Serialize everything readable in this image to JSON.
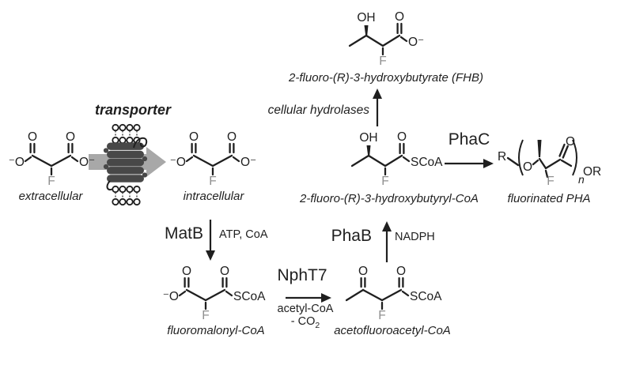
{
  "compounds": {
    "fhb": "2-fluoro-(R)-3-hydroxybutyrate (FHB)",
    "extracellular": "extracellular",
    "intracellular": "intracellular",
    "fluoromalonyl_coa": "fluoromalonyl-CoA",
    "acetofluoroacetyl_coa": "acetofluoroacetyl-CoA",
    "hydroxybutyryl_coa": "2-fluoro-(R)-3-hydroxybutyryl-CoA",
    "fluorinated_pha": "fluorinated PHA"
  },
  "process": {
    "transporter": "transporter",
    "hydrolases": "cellular hydrolases"
  },
  "enzymes": {
    "matb": "MatB",
    "npht7": "NphT7",
    "phab": "PhaB",
    "phac": "PhaC"
  },
  "cofactors": {
    "matb": "ATP, CoA",
    "npht7_acetyl": "acetyl-CoA",
    "npht7_co": "- CO",
    "npht7_co_sub": "2",
    "phab": "NADPH"
  },
  "atoms": {
    "o": "O",
    "oh": "OH",
    "o_minus": "O⁻",
    "minus_o": "⁻O",
    "f": "F",
    "scoa": "SCoA",
    "r": "R",
    "or": "OR",
    "n": "n"
  },
  "colors": {
    "ink": "#1f1f1f",
    "fluorine": "#8f8f8f",
    "membrane_arrow": "#a8a8a8",
    "protein": "#484848",
    "background": "#ffffff"
  }
}
